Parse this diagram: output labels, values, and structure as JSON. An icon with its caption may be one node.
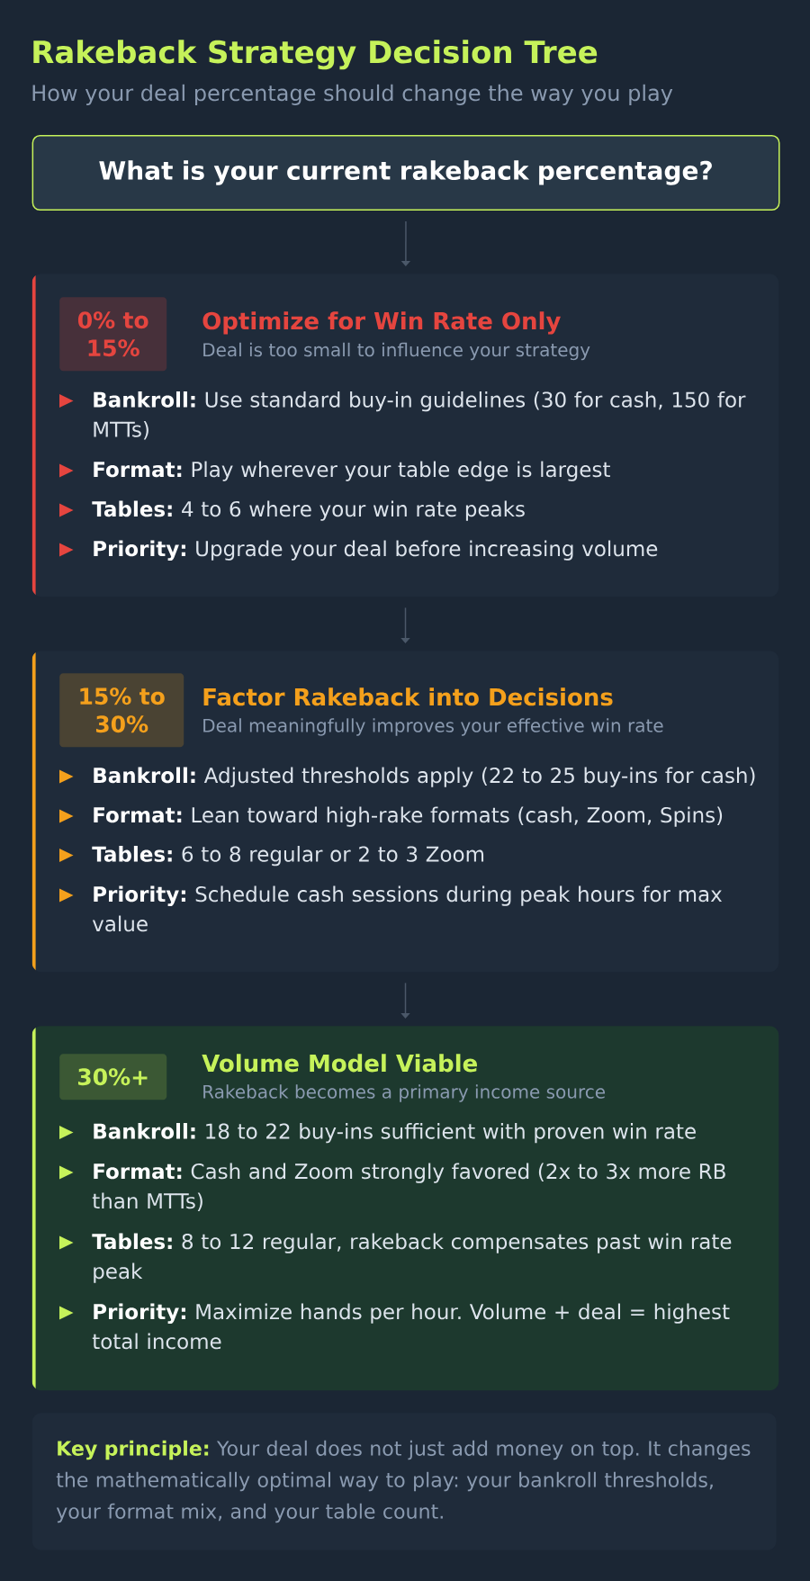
{
  "diagram": {
    "title": "Rakeback Strategy Decision Tree",
    "nodes": [
      {
        "text": [
          "What is your current rakeback percentage?"
        ]
      },
      {
        "text": [
          "Optimize for Win Rate Only",
          "Deal is too small to influence your strategy",
          "**Bankroll:** Use standard buy-in guidelines (30 for cash, 150 for MTTs)",
          "**Format:** Play wherever your table edge is largest",
          "**Tables:** 4 to 6 where your win rate peaks",
          "**Priority:** Upgrade your deal before increasing volume"
        ]
      },
      {
        "text": [
          "0% to 15%"
        ],
        "in": 1
      },
      {
        "text": [
          "Factor Rakeback into Decisions",
          "Deal meaningfully improves your effective win rate",
          "**Bankroll:** Adjusted thresholds apply (22 to 25 buy-ins for cash)",
          "**Format:** Lean toward high-rake formats (cash, Zoom, Spins)",
          "**Tables:** 6 to 8 regular or 2 to 3 Zoom",
          "**Priority:** Schedule cash sessions during peak hours for max value"
        ]
      },
      {
        "text": [
          "15% to 30%"
        ],
        "in": 3
      },
      {
        "text": [
          "Volume Model Viable",
          "Rakeback becomes a primary income source",
          "**Bankroll:** 18 to 22 buy-ins sufficient with proven win rate",
          "**Format:** Cash and Zoom strongly favored (2x to 3x more RB than MTTs)",
          "**Tables:** 8 to 12 regular, rakeback compensates past win rate peak",
          "**Priority:** Maximize hands per hour. Volume + deal = highest total income"
        ]
      },
      {
        "text": [
          "30%+"
        ],
        "in": 5
      },
      {
        "text": [
          "**Key principle:** Your deal does not just add money on top. It changes the mathematically optimal way to play: your bankroll thresholds, your format mix, and your table count."
        ]
      }
    ],
    "edges": [
      {
        "from": 0,
        "to": 1,
        "arrow": "to"
      },
      {
        "from": 1,
        "to": 3,
        "arrow": "to"
      },
      {
        "from": 3,
        "to": 5,
        "arrow": "to"
      }
    ],
    "labels": [
      "How your deal percentage should change the way you play"
    ]
  }
}
